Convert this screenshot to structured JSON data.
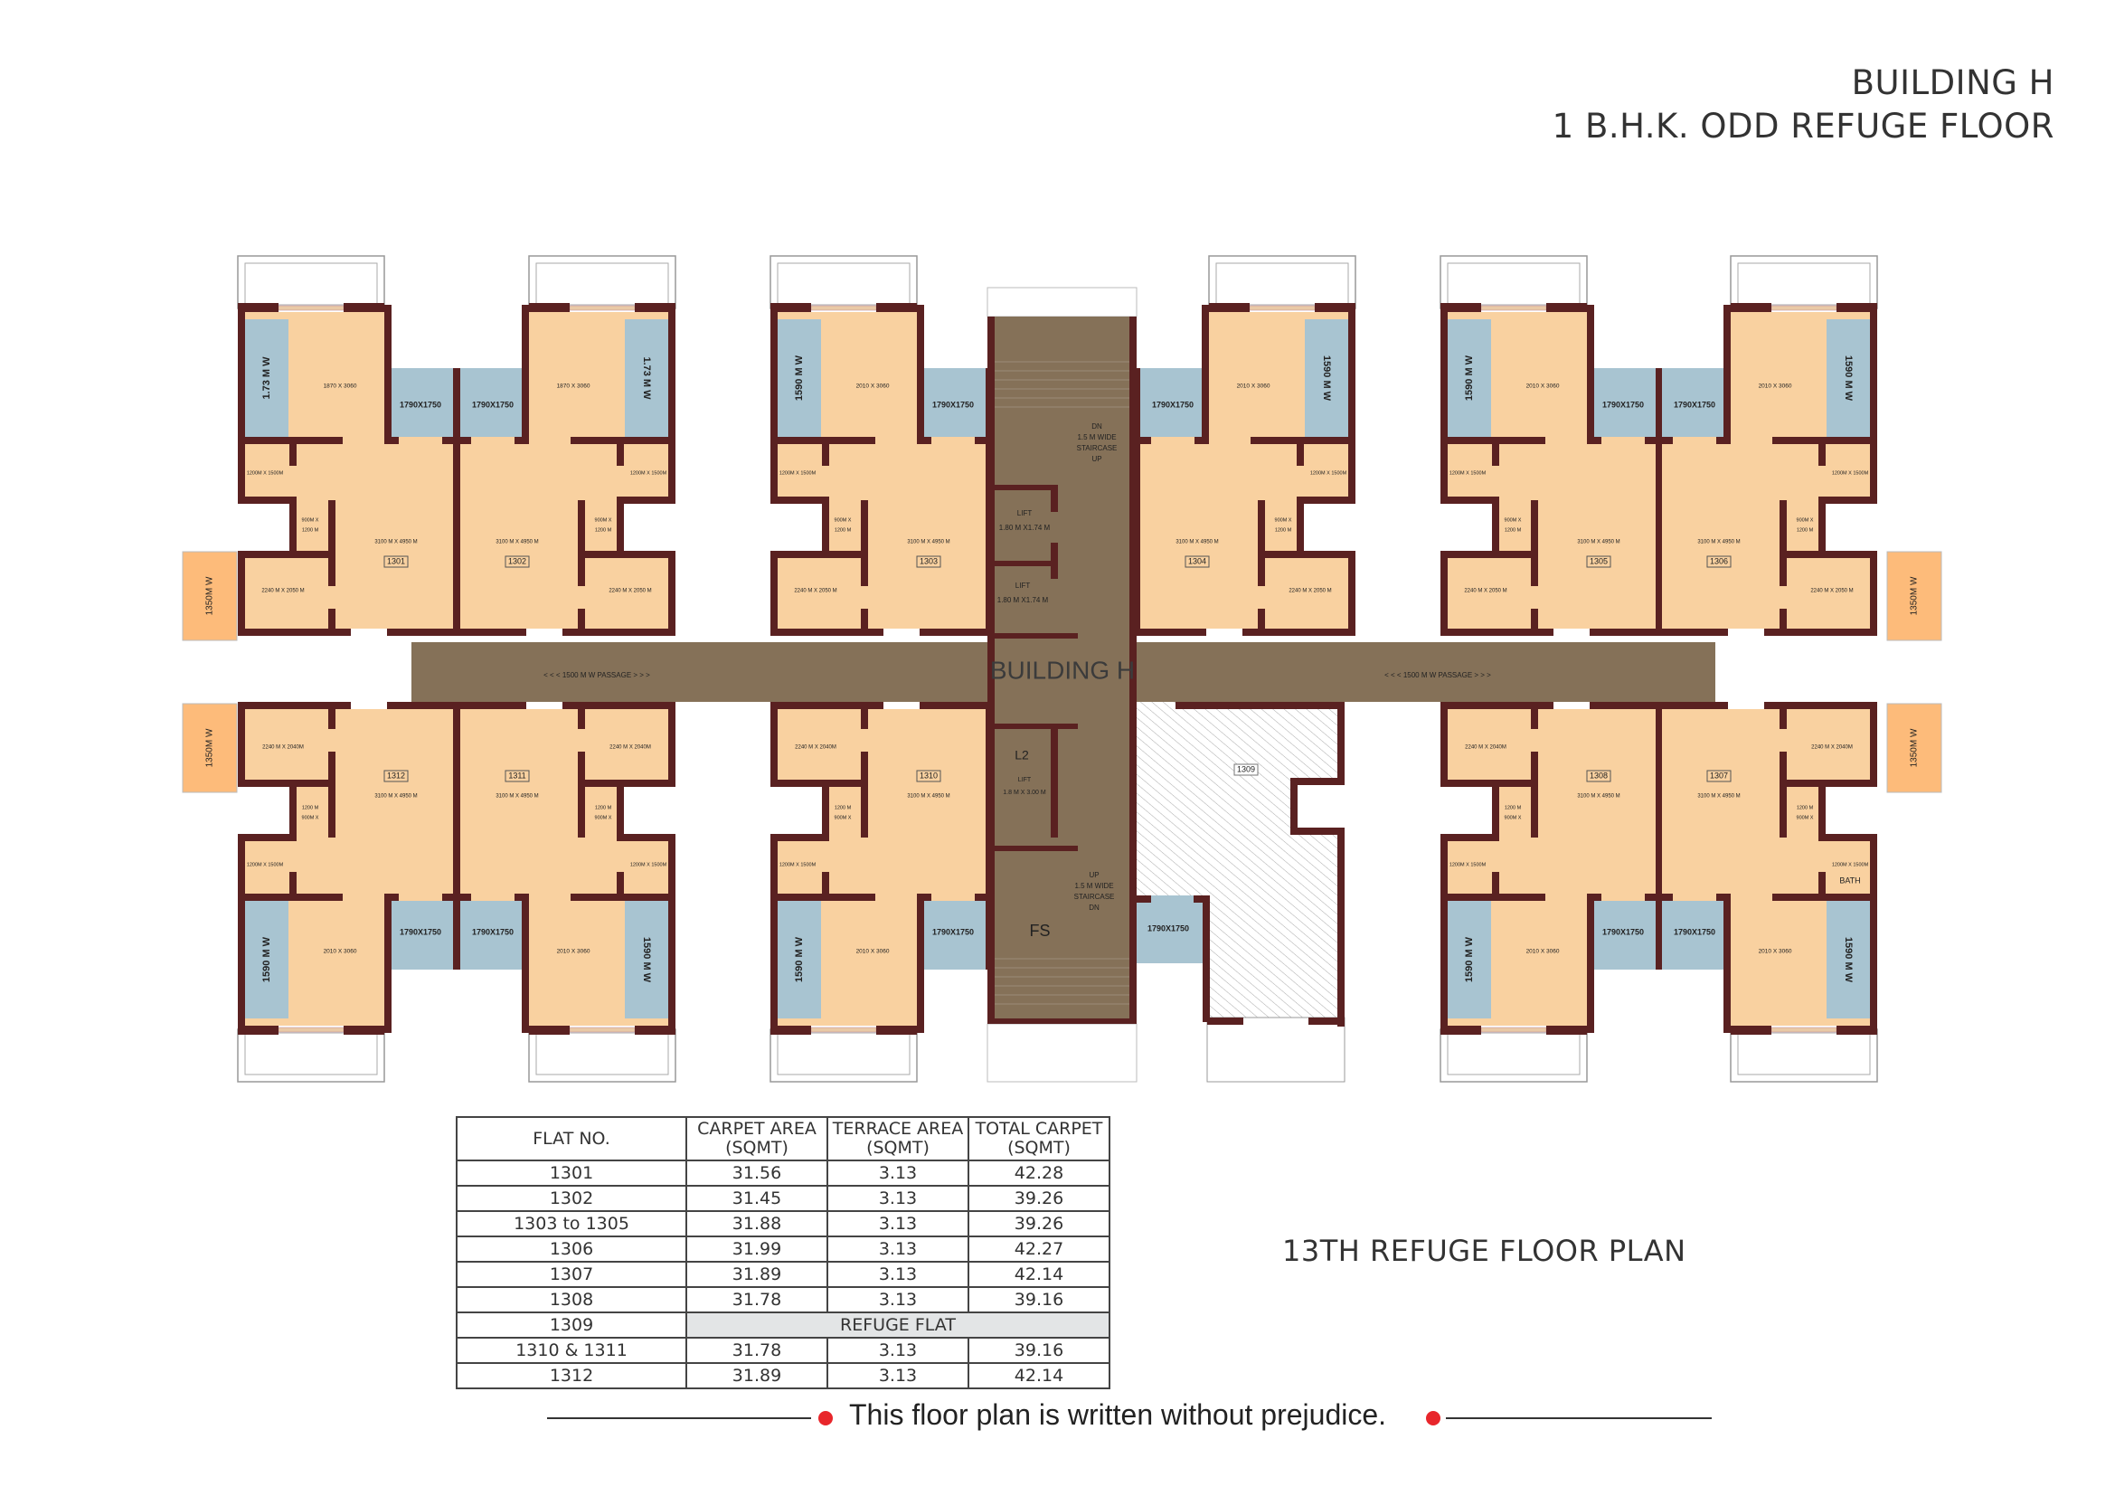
{
  "header": {
    "title": "BUILDING H",
    "subtitle": "1 B.H.K. ODD REFUGE FLOOR"
  },
  "colors": {
    "wall": "#5a2121",
    "room": "#f9d1a0",
    "wet": "#a8c4d1",
    "corridor": "#857158",
    "balcony": "#fdbb7a"
  },
  "plan": {
    "building_label": "BUILDING H",
    "passage_label": "< < < 1500 M W PASSAGE > > >",
    "units": [
      {
        "no": "1301",
        "wardrobe": "1.73 M W",
        "bedroom": "1870 X 3060",
        "utility": "1790X1750",
        "toilet": "1200M X 1500M",
        "wash1": "900M X",
        "wash2": "1200 M",
        "bed2": "2240 M X 2050 M",
        "living": "3100 M X 4950 M"
      },
      {
        "no": "1302",
        "wardrobe": "1.73 M W",
        "bedroom": "1870 X 3060",
        "utility": "1790X1750",
        "toilet": "1200M X 1500M",
        "wash1": "900M X",
        "wash2": "1200 M",
        "bed2": "2240 M X 2050 M",
        "living": "3100 M X 4950 M"
      },
      {
        "no": "1303",
        "wardrobe": "1590 M W",
        "bedroom": "2010 X 3060",
        "utility": "1790X1750",
        "toilet": "1200M X 1500M",
        "wash1": "900M X",
        "wash2": "1200 M",
        "bed2": "2240 M X 2050 M",
        "living": "3100 M X 4950 M"
      },
      {
        "no": "1304",
        "wardrobe": "1590 M W",
        "bedroom": "2010 X 3060",
        "utility": "1790X1750",
        "toilet": "1200M X 1500M",
        "wash1": "900M X",
        "wash2": "1200 M",
        "bed2": "2240 M X 2050 M",
        "living": "3100 M X 4950 M"
      },
      {
        "no": "1305",
        "wardrobe": "1590 M W",
        "bedroom": "2010 X 3060",
        "utility": "1790X1750",
        "toilet": "1200M X 1500M",
        "wash1": "900M X",
        "wash2": "1200 M",
        "bed2": "2240 M X 2050 M",
        "living": "3100 M X 4950 M"
      },
      {
        "no": "1306",
        "wardrobe": "1590 M W",
        "bedroom": "2010 X 3060",
        "utility": "1790X1750",
        "toilet": "1200M X 1500M",
        "wash1": "900M X",
        "wash2": "1200 M",
        "bed2": "2240 M X 2050 M",
        "living": "3100 M X 4950 M"
      },
      {
        "no": "1307",
        "wardrobe": "1590 M W",
        "bedroom": "2010 X 3060",
        "utility": "1790X1750",
        "toilet": "1200M X 1500M",
        "bath": "BATH",
        "wash1": "900M X",
        "wash2": "1200 M",
        "bed2": "2240 M X 2040M",
        "living": "3100 M X 4950 M"
      },
      {
        "no": "1308",
        "wardrobe": "1590 M W",
        "bedroom": "2010 X 3060",
        "utility": "1790X1750",
        "toilet": "1200M X 1500M",
        "wash1": "900M X",
        "wash2": "1200 M",
        "bed2": "2240 M X 2040M",
        "living": "3100 M X 4950 M"
      },
      {
        "no": "1310",
        "wardrobe": "1590 M W",
        "bedroom": "2010 X 3060",
        "utility": "1790X1750",
        "toilet": "1200M X 1500M",
        "wash1": "900M X",
        "wash2": "1200 M",
        "bed2": "2240 M X 2040M",
        "living": "3100 M X 4950 M"
      },
      {
        "no": "1311",
        "wardrobe": "1590 M W",
        "bedroom": "2010 X 3060",
        "utility": "1790X1750",
        "toilet": "1200M X 1500M",
        "wash1": "900M X",
        "wash2": "1200 M",
        "bed2": "2240 M X 2040M",
        "living": "3100 M X 4950 M"
      },
      {
        "no": "1312",
        "wardrobe": "1590 M W",
        "bedroom": "2010 X 3060",
        "utility": "1790X1750",
        "toilet": "1200M X 1500M",
        "wash1": "900M X",
        "wash2": "1200 M",
        "bed2": "2240 M X 2040M",
        "living": "3100 M X 4950 M"
      }
    ],
    "refuge": {
      "no": "1309",
      "utility": "1790X1750"
    },
    "side_balcony": "1350M W",
    "core": {
      "stair_top": [
        "DN",
        "1.5 M WIDE",
        "STAIRCASE",
        "UP"
      ],
      "lift1": [
        "LIFT",
        "1.80 M X1.74 M"
      ],
      "lift2": [
        "LIFT",
        "1.80 M X1.74 M"
      ],
      "lift3": [
        "LIFT",
        "1.8 M X 3.00 M"
      ],
      "lift3_tag": "L2",
      "stair_bottom": [
        "UP",
        "1.5 M WIDE",
        "STAIRCASE",
        "DN"
      ],
      "fire_stair": "FS"
    }
  },
  "table": {
    "headers": [
      [
        "FLAT NO."
      ],
      [
        "CARPET AREA",
        "(SQMT)"
      ],
      [
        "TERRACE AREA",
        "(SQMT)"
      ],
      [
        "TOTAL CARPET",
        "(SQMT)"
      ]
    ],
    "rows": [
      [
        "1301",
        "31.56",
        "3.13",
        "42.28"
      ],
      [
        "1302",
        "31.45",
        "3.13",
        "39.26"
      ],
      [
        "1303 to 1305",
        "31.88",
        "3.13",
        "39.26"
      ],
      [
        "1306",
        "31.99",
        "3.13",
        "42.27"
      ],
      [
        "1307",
        "31.89",
        "3.13",
        "42.14"
      ],
      [
        "1308",
        "31.78",
        "3.13",
        "39.16"
      ],
      [
        "1309",
        "REFUGE FLAT"
      ],
      [
        "1310 & 1311",
        "31.78",
        "3.13",
        "39.16"
      ],
      [
        "1312",
        "31.89",
        "3.13",
        "42.14"
      ]
    ]
  },
  "plan_title": "13TH REFUGE FLOOR PLAN",
  "footer": {
    "note": "This floor plan is written without prejudice."
  }
}
